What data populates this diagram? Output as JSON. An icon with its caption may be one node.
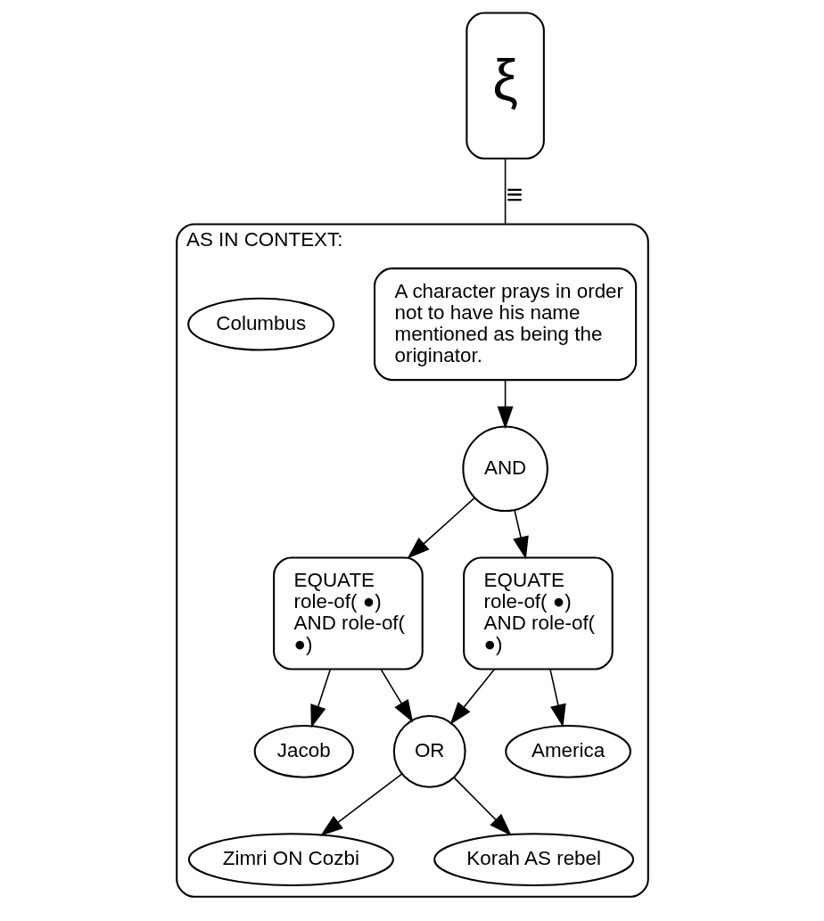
{
  "diagram": {
    "nodes": [
      {
        "text": [
          "ξ"
        ]
      },
      {
        "text": [
          "AS IN CONTEXT:"
        ]
      },
      {
        "text": [
          "A character prays in order not to have his name mentioned as being the originator."
        ],
        "in": 1
      },
      {
        "text": [
          "AND"
        ],
        "in": 1
      },
      {
        "text": [
          "EQUATE role-of( ●) AND role-of( ●)"
        ],
        "in": 1
      },
      {
        "text": [
          "EQUATE role-of( ●) AND role-of( ●)"
        ],
        "in": 1
      },
      {
        "text": [
          "Jacob"
        ],
        "in": 1
      },
      {
        "text": [
          "America"
        ],
        "in": 1
      },
      {
        "text": [
          "Columbus"
        ],
        "in": 1
      },
      {
        "text": [
          "OR"
        ],
        "in": 1
      },
      {
        "text": [
          "Zimri ON Cozbi"
        ],
        "in": 1
      },
      {
        "text": [
          "Korah AS rebel"
        ],
        "in": 1
      }
    ],
    "edges": [
      {
        "from": 0,
        "to": 1,
        "arrow": "none",
        "label": "≡"
      },
      {
        "from": 2,
        "to": 3,
        "arrow": "to"
      },
      {
        "from": 3,
        "to": 4,
        "arrow": "to"
      },
      {
        "from": 3,
        "to": 5,
        "arrow": "to"
      },
      {
        "from": 4,
        "to": 6,
        "arrow": "to"
      },
      {
        "from": 4,
        "to": 9,
        "arrow": "to"
      },
      {
        "from": 5,
        "to": 7,
        "arrow": "to"
      },
      {
        "from": 5,
        "to": 9,
        "arrow": "to"
      },
      {
        "from": 9,
        "to": 10,
        "arrow": "to"
      },
      {
        "from": 9,
        "to": 11,
        "arrow": "to"
      }
    ]
  }
}
